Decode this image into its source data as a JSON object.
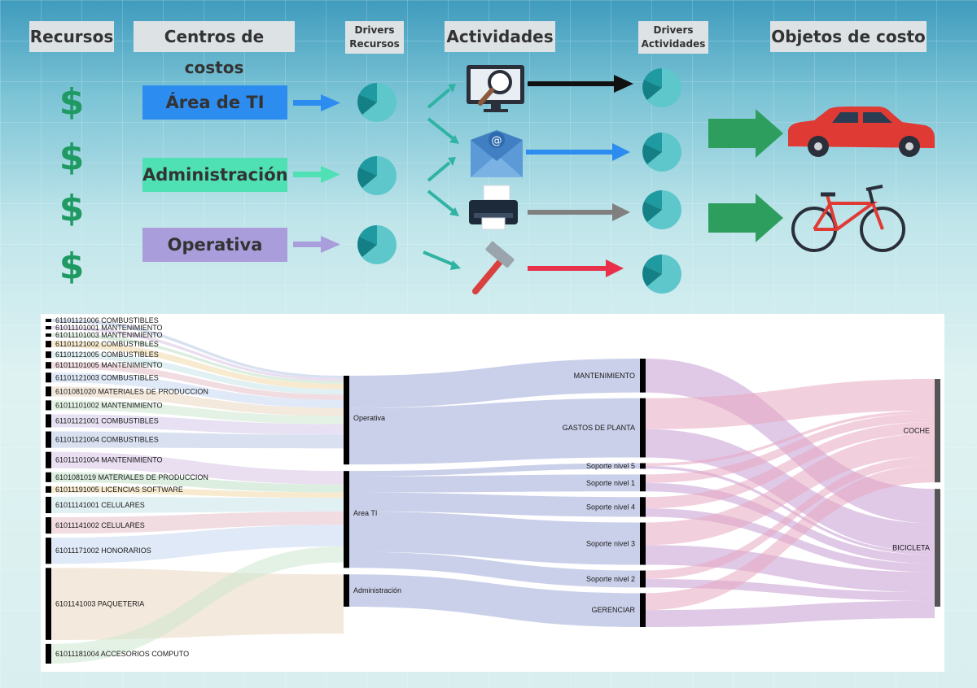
{
  "headers": {
    "recursos": "Recursos",
    "centros": "Centros de costos",
    "drivers_recursos": [
      "Drivers",
      "Recursos"
    ],
    "actividades": "Actividades",
    "drivers_actividades": [
      "Drivers",
      "Actividades"
    ],
    "objetos": "Objetos de costo"
  },
  "resources_symbol": "$",
  "cost_centers": [
    {
      "label": "Área de TI",
      "color": "#2d8cf0",
      "arrow": "#2d8cf0"
    },
    {
      "label": "Administración",
      "color": "#4fe0b4",
      "arrow": "#4fe0b4"
    },
    {
      "label": "Operativa",
      "color": "#a99ddb",
      "arrow": "#a99ddb"
    }
  ],
  "activity_icons": [
    "monitor-search-icon",
    "email-icon",
    "printer-icon",
    "hammer-icon"
  ],
  "activity_arrow_colors": [
    "#111111",
    "#2d8cf0",
    "#808080",
    "#e8304a"
  ],
  "cost_objects": [
    "car-icon",
    "bicycle-icon"
  ],
  "colors": {
    "dollar": "#1f9a62",
    "pie": "#5ec7cc",
    "pie_dark": "#1f9aa0",
    "teal_arrow": "#2fb3a3",
    "green_arrow": "#2e9e5e"
  },
  "chart_data": {
    "type": "sankey",
    "nodes": {
      "accounts": [
        {
          "label": "61101121006 COMBUSTIBLES",
          "value": 1
        },
        {
          "label": "61011101001 MANTENIMIENTO",
          "value": 1
        },
        {
          "label": "61011101003 MANTENIMIENTO",
          "value": 1
        },
        {
          "label": "61101121002 COMBUSTIBLES",
          "value": 2
        },
        {
          "label": "61101121005 COMBUSTIBLES",
          "value": 2
        },
        {
          "label": "61011101005 MANTENIMIENTO",
          "value": 2
        },
        {
          "label": "61101121003 COMBUSTIBLES",
          "value": 3
        },
        {
          "label": "6101081020 MATERIALES DE PRODUCCION",
          "value": 3
        },
        {
          "label": "61011101002 MANTENIMIENTO",
          "value": 3
        },
        {
          "label": "61101121001 COMBUSTIBLES",
          "value": 4
        },
        {
          "label": "61101121004 COMBUSTIBLES",
          "value": 5
        },
        {
          "label": "61011101004 MANTENIMIENTO",
          "value": 5
        },
        {
          "label": "6101081019 MATERIALES DE PRODUCCION",
          "value": 3
        },
        {
          "label": "61011191005 LICENCIAS SOFTWARE",
          "value": 2
        },
        {
          "label": "61011141001 CELULARES",
          "value": 5
        },
        {
          "label": "61011141002 CELULARES",
          "value": 5
        },
        {
          "label": "61011171002 HONORARIOS",
          "value": 8
        },
        {
          "label": "6101141003 PAQUETERIA",
          "value": 22
        },
        {
          "label": "61011181004 ACCESORIOS COMPUTO",
          "value": 6
        }
      ],
      "centers": [
        {
          "label": "Operativa",
          "value": 33
        },
        {
          "label": "Area TI",
          "value": 36
        },
        {
          "label": "Administración",
          "value": 12
        }
      ],
      "activities": [
        {
          "label": "MANTENIMIENTO",
          "value": 12
        },
        {
          "label": "GASTOS DE PLANTA",
          "value": 21
        },
        {
          "label": "Soporte nivel 5",
          "value": 2
        },
        {
          "label": "Soporte nivel 1",
          "value": 6
        },
        {
          "label": "Soporte nivel 4",
          "value": 7
        },
        {
          "label": "Soporte nivel 3",
          "value": 15
        },
        {
          "label": "Soporte nivel 2",
          "value": 6
        },
        {
          "label": "GERENCIAR",
          "value": 12
        }
      ],
      "objects": [
        {
          "label": "COCHE",
          "value": 36
        },
        {
          "label": "BICICLETA",
          "value": 41
        }
      ]
    },
    "links_accounts_centers": [
      [
        0,
        0
      ],
      [
        1,
        0
      ],
      [
        2,
        0
      ],
      [
        3,
        0
      ],
      [
        4,
        0
      ],
      [
        5,
        0
      ],
      [
        6,
        0
      ],
      [
        7,
        0
      ],
      [
        8,
        0
      ],
      [
        9,
        0
      ],
      [
        10,
        0
      ],
      [
        11,
        1
      ],
      [
        12,
        1
      ],
      [
        13,
        1
      ],
      [
        14,
        1
      ],
      [
        15,
        1
      ],
      [
        16,
        1
      ],
      [
        17,
        2
      ],
      [
        18,
        1
      ]
    ],
    "links_centers_activities": [
      [
        0,
        0,
        12
      ],
      [
        0,
        1,
        21
      ],
      [
        1,
        2,
        2
      ],
      [
        1,
        3,
        6
      ],
      [
        1,
        4,
        7
      ],
      [
        1,
        5,
        15
      ],
      [
        1,
        6,
        6
      ],
      [
        2,
        7,
        12
      ]
    ],
    "links_activities_objects": [
      [
        0,
        1,
        12
      ],
      [
        1,
        0,
        11
      ],
      [
        1,
        1,
        10
      ],
      [
        2,
        0,
        1
      ],
      [
        2,
        1,
        1
      ],
      [
        3,
        0,
        3
      ],
      [
        3,
        1,
        3
      ],
      [
        4,
        0,
        4
      ],
      [
        4,
        1,
        3
      ],
      [
        5,
        0,
        8
      ],
      [
        5,
        1,
        7
      ],
      [
        6,
        0,
        3
      ],
      [
        6,
        1,
        3
      ],
      [
        7,
        0,
        6
      ],
      [
        7,
        1,
        6
      ]
    ]
  }
}
